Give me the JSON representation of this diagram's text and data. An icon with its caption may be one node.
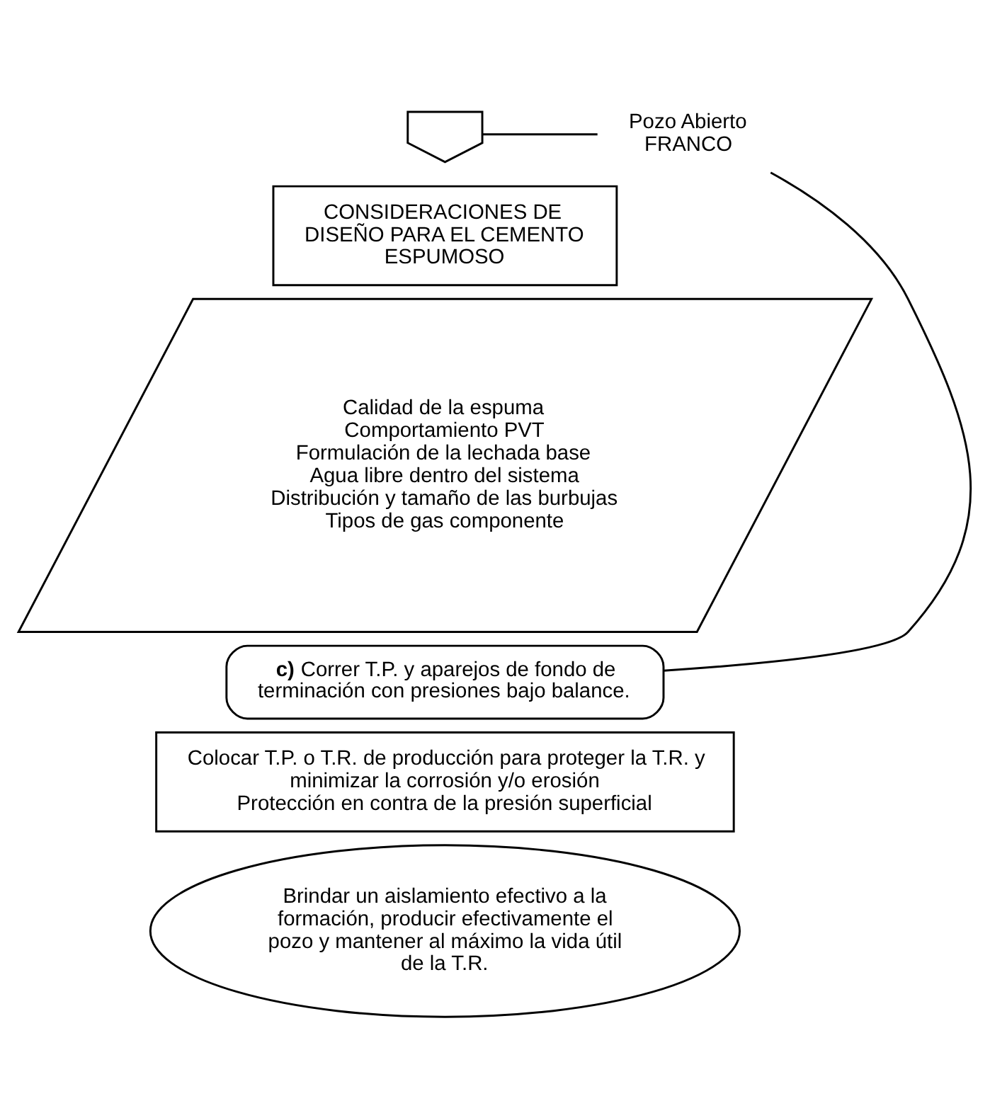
{
  "diagram": {
    "nodes": [
      {
        "text": [],
        "shape": "pentagon"
      },
      {
        "text": [
          "Pozo Abierto FRANCO"
        ]
      },
      {
        "text": [
          "CONSIDERACIONES DE DISEÑO PARA EL CEMENTO ESPUMOSO"
        ]
      },
      {
        "text": [
          "Calidad de la espuma",
          "Comportamiento PVT",
          "Formulación de la lechada base",
          "Agua libre dentro del sistema",
          "Distribución y tamaño de las burbujas",
          "Tipos de gas componente"
        ]
      },
      {
        "text": [
          "**c)** Correr T.P. y aparejos de fondo de terminación con presiones bajo balance."
        ]
      },
      {
        "text": [
          "Colocar T.P. o T.R. de producción para proteger la T.R. y minimizar la corrosión y/o erosión",
          "Protección en contra de la presión superficial"
        ]
      },
      {
        "text": [
          "Brindar un aislamiento efectivo a la formación, producir efectivamente el pozo y mantener al máximo la vida útil de la T.R."
        ]
      }
    ],
    "edges": [
      {
        "from": 1,
        "to": 0,
        "arrow": "none"
      },
      {
        "from": 1,
        "to": 4,
        "arrow": "none"
      }
    ]
  }
}
